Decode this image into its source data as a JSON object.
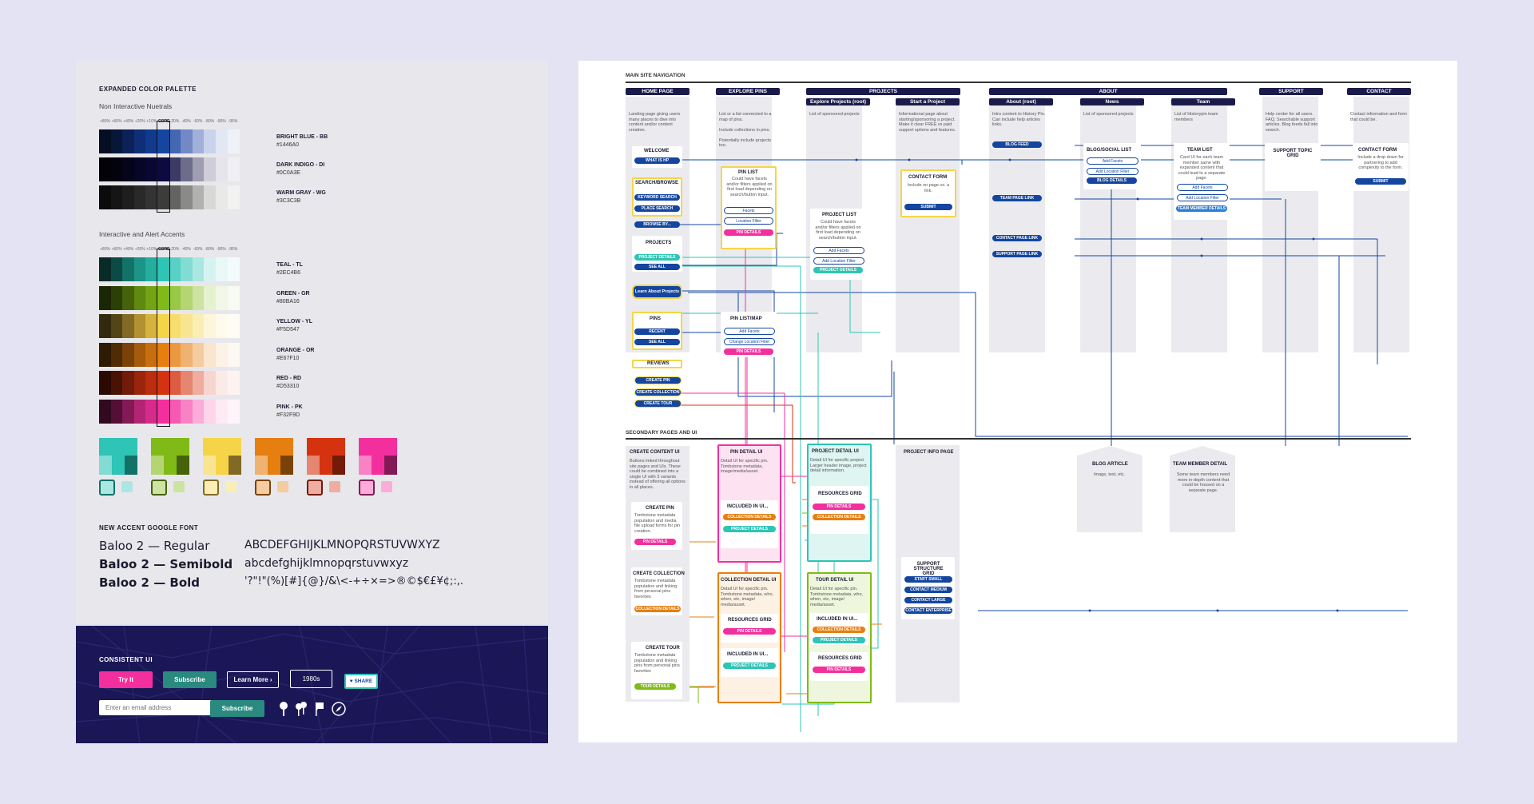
{
  "palette": {
    "title": "EXPANDED COLOR PALETTE",
    "neutrals_label": "Non Interactive Nuetrals",
    "accents_label": "Interactive and Alert Accents",
    "pct_labels": [
      "+80%",
      "+60%",
      "+40%",
      "+20%",
      "+10%",
      "CORE",
      "-20%",
      "-40%",
      "-60%",
      "-80%",
      "-90%",
      "-95%"
    ],
    "neutrals": [
      {
        "name": "BRIGHT BLUE - BB",
        "hex": "#1446A0",
        "shades": [
          "#050e22",
          "#081738",
          "#0b2157",
          "#0f2e78",
          "#11398c",
          "#1446a0",
          "#4467b3",
          "#7289c6",
          "#a1b0da",
          "#cad3eb",
          "#e2e7f4",
          "#eef1f8"
        ]
      },
      {
        "name": "DARK INDIGO - DI",
        "hex": "#0C0A3E",
        "shades": [
          "#020208",
          "#03030f",
          "#050418",
          "#070626",
          "#0a0832",
          "#0c0a3e",
          "#3d3b65",
          "#6d6c8b",
          "#9e9db2",
          "#cecdd8",
          "#e4e4ea",
          "#f0f0f4"
        ]
      },
      {
        "name": "WARM GRAY - WG",
        "hex": "#3C3C3B",
        "shades": [
          "#0b0b0b",
          "#151515",
          "#1e1e1e",
          "#292929",
          "#333333",
          "#3c3c3b",
          "#636362",
          "#8a8a89",
          "#b1b1b0",
          "#d8d8d7",
          "#e9e9e8",
          "#f2f2f1"
        ]
      }
    ],
    "accents": [
      {
        "name": "TEAL - TL",
        "hex": "#2EC4B6",
        "shades": [
          "#082b28",
          "#0d4a45",
          "#137268",
          "#1c9487",
          "#25ae9f",
          "#2ec4b6",
          "#58d0c5",
          "#82dcd3",
          "#abe7e2",
          "#d5f3f0",
          "#e9f8f6",
          "#f3fbfa"
        ]
      },
      {
        "name": "GREEN - GR",
        "hex": "#80BA16",
        "shades": [
          "#1a2604",
          "#2c3f07",
          "#46630b",
          "#60890f",
          "#72a413",
          "#80ba16",
          "#99c845",
          "#b3d673",
          "#cce3a2",
          "#e6f1d0",
          "#f1f7e6",
          "#f7fbf1"
        ]
      },
      {
        "name": "YELLOW - YL",
        "hex": "#F5D547",
        "shades": [
          "#32290e",
          "#544518",
          "#826a25",
          "#b19132",
          "#d6b23e",
          "#f5d547",
          "#f7dd6c",
          "#f9e591",
          "#fbeeb5",
          "#fdf6da",
          "#fefaec",
          "#fefcf5"
        ]
      },
      {
        "name": "ORANGE - OR",
        "hex": "#E67F10",
        "shades": [
          "#2f1a03",
          "#4f2b06",
          "#7a4209",
          "#a65a0b",
          "#c86e0e",
          "#e67f10",
          "#eb9940",
          "#f0b270",
          "#f5cca0",
          "#fae5cf",
          "#fcf2e6",
          "#fdf8f2"
        ]
      },
      {
        "name": "RED - RD",
        "hex": "#D53310",
        "shades": [
          "#2b0a03",
          "#4a1105",
          "#721b08",
          "#9b250b",
          "#bb2d0e",
          "#d53310",
          "#dd5c40",
          "#e68570",
          "#eeada0",
          "#f7d6cf",
          "#fbebe7",
          "#fdf4f2"
        ]
      },
      {
        "name": "PINK - PK",
        "hex": "#F32F9D",
        "shades": [
          "#320a20",
          "#540f36",
          "#831a55",
          "#b32574",
          "#d62b8b",
          "#f32f9d",
          "#f559b1",
          "#f882c4",
          "#fbacd8",
          "#fdd5eb",
          "#feeaf5",
          "#fef4fa"
        ]
      }
    ],
    "blocks": [
      {
        "colors": [
          "#2ec4b6",
          "#82dcd3",
          "#137268"
        ],
        "light": "#abe7e2"
      },
      {
        "colors": [
          "#80ba16",
          "#b3d673",
          "#46630b"
        ],
        "light": "#cce3a2"
      },
      {
        "colors": [
          "#f5d547",
          "#f9e591",
          "#826a25"
        ],
        "light": "#fbeeb5"
      },
      {
        "colors": [
          "#e67f10",
          "#f0b270",
          "#7a4209"
        ],
        "light": "#f5cca0"
      },
      {
        "colors": [
          "#d53310",
          "#e68570",
          "#721b08"
        ],
        "light": "#eeada0"
      },
      {
        "colors": [
          "#f32f9d",
          "#f882c4",
          "#831a55"
        ],
        "light": "#fbacd8"
      }
    ]
  },
  "font": {
    "title": "NEW ACCENT GOOGLE FONT",
    "regular": "Baloo 2 — Regular",
    "semibold": "Baloo 2 — Semibold",
    "bold": "Baloo 2 — Bold",
    "upper": "ABCDEFGHIJKLMNOPQRSTUVWXYZ",
    "lower": "abcdefghijklmnopqrstuvwxyz",
    "symbols": "'?\"!\"(%)[#]{@}/&\\<-+÷×=>®©$€£¥¢;:,."
  },
  "consistent": {
    "title": "CONSISTENT UI",
    "try_it": "Try It",
    "subscribe": "Subscribe",
    "learn_more": "Learn More ›",
    "year": "1980s",
    "share": "♥ SHARE",
    "email_placeholder": "Enter an email address",
    "subscribe2": "Subscribe"
  },
  "sitemap": {
    "main_label": "MAIN SITE NAVIGATION",
    "secondary_label": "SECONDARY PAGES AND UI",
    "headers": {
      "home": "HOME PAGE",
      "explore": "EXPLORE PINS",
      "projects": "PROJECTS",
      "projects_root": "Explore Projects (root)",
      "start_project": "Start a Project",
      "about": "ABOUT",
      "about_root": "About (root)",
      "news": "News",
      "team": "Team",
      "support": "SUPPORT",
      "contact": "CONTACT"
    },
    "descs": {
      "home": "Landing page giving users many places to dive into content and/or content creation.",
      "explore": "List or a list connected to a map of pins.\n\nInclude collections in pins.\n\nPotentially include projects too.",
      "projects_root": "List of sponsored projects",
      "start_project": "Informational page about starting/sponsoring a project.\nMake it clear FREE vs paid support options and features.",
      "about_root": "Intro content to History Pin. Can include help articles links.",
      "news": "List of sponsored projects",
      "team": "List of Historypin team members",
      "support": "Help center for all users. FAQ. Searchable support articles. Blog feeds fall into search.",
      "contact": "Contact information and form that could be."
    },
    "home": {
      "welcome": "WELCOME",
      "what_is_hp": "WHAT IS HP",
      "search_browse": "SEARCH/BROWSE",
      "keyword_search": "KEYWORD SEARCH",
      "place_search": "PLACE SEARCH",
      "browse_by": "BROWSE BY...",
      "projects": "PROJECTS",
      "project_details": "PROJECT DETAILS",
      "see_all": "SEE ALL",
      "learn_about": "Learn About Projects",
      "pins": "PINS",
      "recent": "RECENT",
      "see_all2": "SEE ALL",
      "reviews": "REVIEWS",
      "create_pin": "CREATE PIN",
      "create_collection": "CREATE COLLECTION",
      "create_tour": "CREATE TOUR"
    },
    "explore": {
      "pin_list": "PIN LIST",
      "pin_list_text": "Could have facets and/or filters applied on first load depending on search/button input.",
      "facets": "Facets",
      "location_filter": "Location Filter",
      "pin_details": "PIN DETAILS",
      "pin_list_map": "PIN LIST/MAP",
      "add_facets": "Add Facets",
      "change_location": "Change Location Filter",
      "pin_details2": "PIN DETAILS"
    },
    "projects": {
      "project_list": "PROJECT LIST",
      "project_list_text": "Could have facets and/or filters applied on first load depending on search/button input.",
      "add_facets": "Add Facets",
      "add_location": "Add Location Filter",
      "project_details": "PROJECT DETAILS",
      "contact_form": "CONTACT FORM",
      "contact_form_text": "Include on page vs. a link.",
      "submit": "SUBMIT"
    },
    "about": {
      "blog_feed": "BLOG FEED",
      "team_page_link": "TEAM PAGE LINK",
      "contact_page_link": "CONTACT PAGE LINK",
      "support_page_link": "SUPPORT PAGE LINK",
      "blog_social": "BLOG/SOCIAL LIST",
      "add_facets": "Add Facets",
      "add_location": "Add Location Filter",
      "blog_details": "BLOG DETAILS",
      "team_list": "TEAM LIST",
      "team_list_text": "Card UI for each team member same with expanded content that could lead to a separate page.",
      "add_facets2": "Add Facets",
      "add_location2": "Add Location Filter",
      "team_member_details": "TEAM MEMBER DETAILS",
      "support_topic": "SUPPORT TOPIC GRID",
      "contact_form": "CONTACT FORM",
      "contact_form_text": "Include a drop down for partnering to add complexity to the form.",
      "submit": "SUBMIT"
    },
    "secondary": {
      "create_content_ui": "CREATE CONTENT UI",
      "create_content_text": "Buttons linked throughout site pages and UIs. These could be combined into a single UI with 3 variants instead of offering all options in all places.",
      "create_pin": "CREATE PIN",
      "create_pin_text": "Tombstone metadata population and media file upload forms for pin creation.",
      "pin_details": "PIN DETAILS",
      "create_collection": "CREATE COLLECTION",
      "create_collection_text": "Tombstone metadata population and linking from personal pins favorites",
      "collection_details": "COLLECTION DETAILS",
      "create_tour": "CREATE TOUR",
      "create_tour_text": "Tombstone metadata population and linking pins from personal pins favorites",
      "tour_details": "TOUR DETAILS",
      "pin_detail_ui": "PIN DETAIL UI",
      "pin_detail_text": "Detail UI for specific pin. Tombstone metadata, image/media/asset.",
      "included_in": "INCLUDED IN UI...",
      "project_details": "PROJECT DETAILS",
      "collection_detail_ui": "COLLECTION DETAIL UI",
      "collection_detail_text": "Detail UI for specific pin. Tombstone metadata, who, when, etc, image/ media/asset.",
      "resources_grid": "RESOURCES GRID",
      "pin_details2": "PIN DETAILS",
      "included_in2": "INCLUDED IN UI...",
      "project_details2": "PROJECT DETAILS",
      "project_detail_ui": "PROJECT DETAIL UI",
      "project_detail_text": "Detail UI for specific project. Larger header image, project detail information.",
      "resources_grid2": "RESOURCES GRID",
      "pin_details3": "PIN DETAILS",
      "collection_details2": "COLLECTION DETAILS",
      "tour_detail_ui": "TOUR DETAIL UI",
      "tour_detail_text": "Detail UI for specific pin. Tombstone metadata, who, when, etc, image/ media/asset.",
      "included_in3": "INCLUDED IN UI...",
      "collection_details3": "COLLECTION DETAILS",
      "project_details3": "PROJECT DETAILS",
      "resources_grid3": "RESOURCES GRID",
      "pin_details4": "PIN DETAILS",
      "project_info": "PROJECT INFO PAGE",
      "support_structure": "SUPPORT STRUCTURE GRID",
      "start_small": "START SMALL",
      "contact_medium": "CONTACT MEDIUM",
      "contact_large": "CONTACT LARGE",
      "contact_enterprise": "CONTACT ENTERPRISE",
      "blog_article": "BLOG ARTICLE",
      "blog_article_text": "Image, text, etc.",
      "team_member_detail": "TEAM MEMBER DETAIL",
      "team_member_text": "Some team members need more in-depth content that could be housed on a separate page."
    }
  }
}
